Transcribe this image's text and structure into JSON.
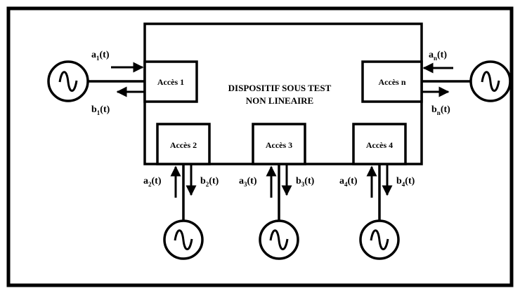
{
  "device": {
    "title_line1": "DISPOSITIF SOUS TEST",
    "title_line2": "NON LINEAIRE"
  },
  "ports": {
    "p1": "Accès 1",
    "p2": "Accès 2",
    "p3": "Accès 3",
    "p4": "Accès 4",
    "pn": "Accès n"
  },
  "waves": {
    "a1": {
      "base": "a",
      "sub": "1",
      "suffix": "(t)"
    },
    "b1": {
      "base": "b",
      "sub": "1",
      "suffix": "(t)"
    },
    "an": {
      "base": "a",
      "sub": "n",
      "suffix": "(t)"
    },
    "bn": {
      "base": "b",
      "sub": "n",
      "suffix": "(t)"
    },
    "a2": {
      "base": "a",
      "sub": "2",
      "suffix": "(t)"
    },
    "b2": {
      "base": "b",
      "sub": "2",
      "suffix": "(t)"
    },
    "a3": {
      "base": "a",
      "sub": "3",
      "suffix": "(t)"
    },
    "b3": {
      "base": "b",
      "sub": "3",
      "suffix": "(t)"
    },
    "a4": {
      "base": "a",
      "sub": "4",
      "suffix": "(t)"
    },
    "b4": {
      "base": "b",
      "sub": "4",
      "suffix": "(t)"
    }
  }
}
